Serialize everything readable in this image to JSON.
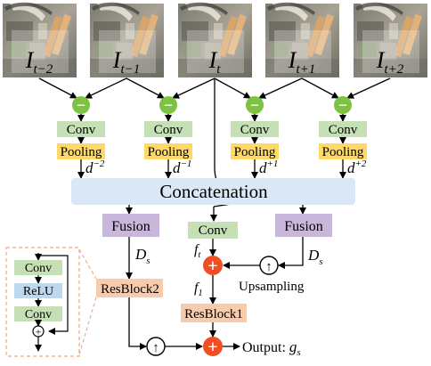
{
  "frames": {
    "labels": [
      {
        "base": "I",
        "sub": "t−2"
      },
      {
        "base": "I",
        "sub": "t−1"
      },
      {
        "base": "I",
        "sub": "t"
      },
      {
        "base": "I",
        "sub": "t+1"
      },
      {
        "base": "I",
        "sub": "t+2"
      }
    ]
  },
  "ops": {
    "minus": "−",
    "plus": "+",
    "upsample": "↑"
  },
  "branches": [
    {
      "conv": "Conv",
      "pool": "Pooling",
      "d_base": "d",
      "d_sup": "−2"
    },
    {
      "conv": "Conv",
      "pool": "Pooling",
      "d_base": "d",
      "d_sup": "−1"
    },
    {
      "conv": "Conv",
      "pool": "Pooling",
      "d_base": "d",
      "d_sup": "+1"
    },
    {
      "conv": "Conv",
      "pool": "Pooling",
      "d_base": "d",
      "d_sup": "+2"
    }
  ],
  "concat": {
    "label": "Concatenation"
  },
  "fusion_left": {
    "label": "Fusion",
    "out_base": "D",
    "out_sub": "s"
  },
  "fusion_right": {
    "label": "Fusion",
    "out_base": "D",
    "out_sub": "s"
  },
  "center": {
    "conv": "Conv",
    "ft_base": "f",
    "ft_sub": "t",
    "f1_base": "f",
    "f1_sub": "1",
    "resblock": "ResBlock1",
    "upsampling": "Upsampling"
  },
  "resblock2": {
    "label": "ResBlock2"
  },
  "inset": {
    "conv1": "Conv",
    "relu": "ReLU",
    "conv2": "Conv"
  },
  "output": {
    "label": "Output: ",
    "g_base": "g",
    "g_sub": "s"
  },
  "colors": {
    "green_circle": "#7ec242",
    "red_circle": "#f04e23",
    "conv_fill": "#c5e0b4",
    "pool_fill": "#ffd966",
    "concat_fill": "#dae8f5",
    "fusion_fill": "#c9b6dc",
    "resblock_fill": "#f8cbad",
    "relu_fill": "#bdd7ee",
    "dashed_border": "#f4a582"
  }
}
